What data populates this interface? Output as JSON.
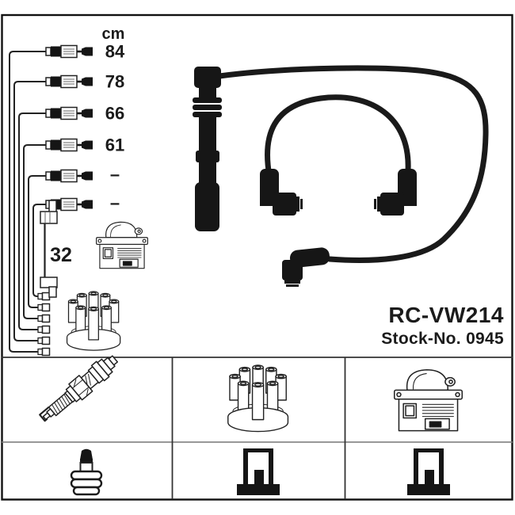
{
  "colors": {
    "background": "#ffffff",
    "ink": "#1b1b1b",
    "photo_black": "#161616",
    "frame": "#111111"
  },
  "product": {
    "code": "RC-VW214",
    "stock_label": "Stock-No. 0945"
  },
  "schematic": {
    "unit_label": "cm",
    "cable_lengths": [
      "84",
      "78",
      "66",
      "61",
      "–",
      "–"
    ],
    "coil_wire_length": "32",
    "illustrations": [
      "ignition-coil",
      "distributor-cap"
    ]
  },
  "photo": {
    "content": "ignition-cable-set"
  },
  "parts_table": {
    "cells": [
      {
        "icon": "spark-plug"
      },
      {
        "icon": "distributor-cap"
      },
      {
        "icon": "ignition-coil"
      },
      {
        "icon": "plug-terminal-connector"
      },
      {
        "icon": "distributor-terminal"
      },
      {
        "icon": "distributor-terminal"
      }
    ]
  }
}
